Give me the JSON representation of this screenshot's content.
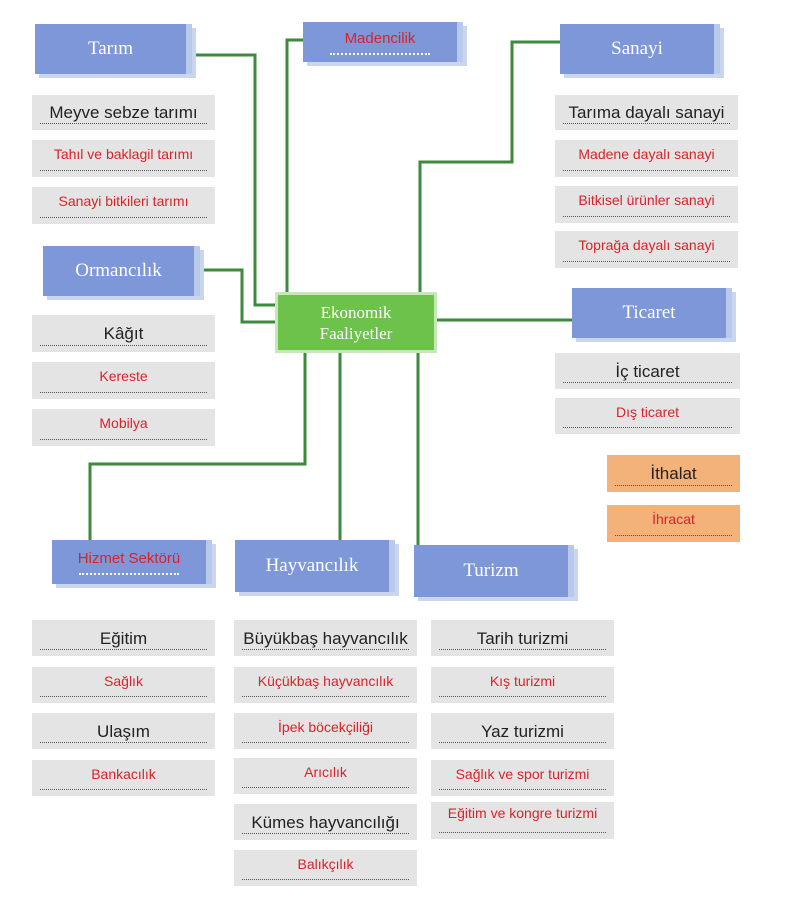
{
  "center": {
    "line1": "Ekonomik",
    "line2": "Faaliyetler"
  },
  "headers": {
    "tarim": "Tarım",
    "madencilik": "Madencilik",
    "sanayi": "Sanayi",
    "ormancilik": "Ormancılık",
    "ticaret": "Ticaret",
    "hizmet": "Hizmet Sektörü",
    "hayvancilik": "Hayvancılık",
    "turizm": "Turizm"
  },
  "tarim": [
    "Meyve sebze tarımı",
    "Tahıl ve baklagil tarımı",
    "Sanayi bitkileri tarımı"
  ],
  "ormancilik": [
    "Kâğıt",
    "Kereste",
    "Mobilya"
  ],
  "sanayi": [
    "Tarıma dayalı sanayi",
    "Madene dayalı sanayi",
    "Bitkisel ürünler sanayi",
    "Toprağa dayalı sanayi"
  ],
  "ticaret": [
    "İç ticaret",
    "Dış ticaret"
  ],
  "dis_ticaret": [
    "İthalat",
    "İhracat"
  ],
  "hizmet": [
    "Eğitim",
    "Sağlık",
    "Ulaşım",
    "Bankacılık"
  ],
  "hayvancilik": [
    "Büyükbaş hayvancılık",
    "Küçükbaş hayvancılık",
    "İpek böcekçiliği",
    "Arıcılık",
    "Kümes hayvancılığı",
    "Balıkçılık"
  ],
  "turizm": [
    "Tarih turizmi",
    "Kış turizmi",
    "Yaz turizmi",
    "Sağlık ve spor turizmi",
    "Eğitim ve kongre turizmi"
  ],
  "colors": {
    "header": "#7d97d8",
    "center": "#6cc24a",
    "line": "#3d8a3d",
    "answer": "#d9232a",
    "box": "#e4e4e4",
    "orange": "#f2b27a"
  }
}
